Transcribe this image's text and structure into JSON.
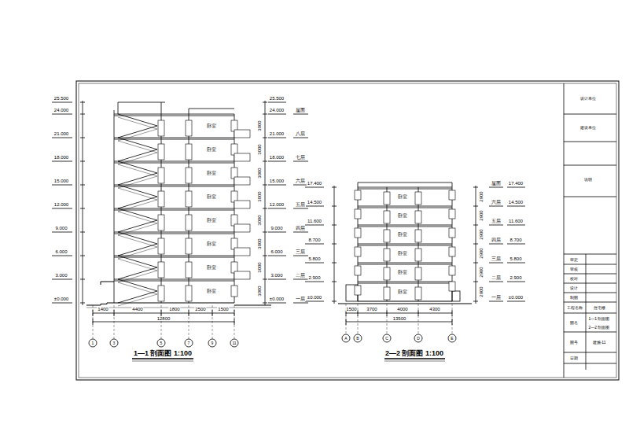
{
  "diagram": {
    "labels": [
      "25.500",
      "24.000",
      "21.000",
      "18.000",
      "15.000",
      "12.000",
      "9.000",
      "6.000",
      "3.000",
      "±0.000",
      "25.500",
      "24.000",
      "21.000",
      "18.000",
      "15.000",
      "12.000",
      "9.000",
      "6.000",
      "3.000",
      "±0.000",
      "屋面",
      "八层",
      "七层",
      "六层",
      "五层",
      "四层",
      "三层",
      "二层",
      "一层",
      "卧室",
      "卧室",
      "卧室",
      "卧室",
      "卧室",
      "卧室",
      "卧室",
      "卧室",
      "3000",
      "3000",
      "3000",
      "3000",
      "3000",
      "3000",
      "3000",
      "3000",
      "1400",
      "4400",
      "1800",
      "2500",
      "1500",
      "12800",
      "1",
      "3",
      "5",
      "7",
      "9",
      "11",
      "1—1 剖面图 1:100",
      "17.400",
      "14.500",
      "11.600",
      "8.700",
      "5.800",
      "2.900",
      "±0.000",
      "17.400",
      "14.500",
      "11.600",
      "8.700",
      "5.800",
      "2.900",
      "±0.000",
      "屋面",
      "六层",
      "五层",
      "四层",
      "三层",
      "二层",
      "一层",
      "卧室",
      "卧室",
      "卧室",
      "卧室",
      "卧室",
      "卧室",
      "2900",
      "2900",
      "2900",
      "2900",
      "2900",
      "2900",
      "1500",
      "3700",
      "4000",
      "4300",
      "13500",
      "A",
      "B",
      "C",
      "D",
      "E",
      "2—2 剖面图 1:100",
      "设计单位",
      "建设单位",
      "说明",
      "审定",
      "审核",
      "校对",
      "设计",
      "制图",
      "工程名称",
      "住宅楼",
      "图名",
      "1—1 剖面图",
      "2—2 剖面图",
      "图号",
      "建施-11",
      "日期"
    ]
  }
}
